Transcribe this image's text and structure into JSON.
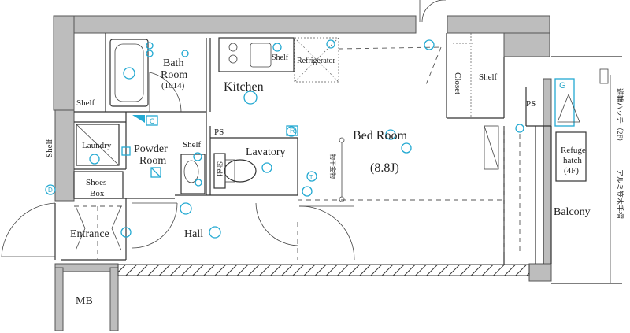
{
  "rooms": {
    "bath": {
      "line1": "Bath",
      "line2": "Room",
      "size": "(1014)"
    },
    "kitchen": "Kitchen",
    "refrigerator": "Refrigerator",
    "shelf_kitchen": "Shelf",
    "bedroom": {
      "name": "Bed Room",
      "size": "(8.8J)"
    },
    "closet": "Closet",
    "shelf_closet": "Shelf",
    "ps_right": "PS",
    "ps_center": "PS",
    "r_mark": "R",
    "shelf_left": "Shelf",
    "shelf_vertical": "Shelf",
    "laundry": "Laundry",
    "powder": {
      "line1": "Powder",
      "line2": "Room"
    },
    "shelf_powder": "Shelf",
    "lavatory": "Lavatory",
    "shelf_lavatory": "Shelf",
    "shoes_box": {
      "line1": "Shoes",
      "line2": "Box"
    },
    "entrance": "Entrance",
    "hall": "Hall",
    "mb": "MB",
    "balcony": "Balcony",
    "refuge": {
      "line1": "Refuge",
      "line2": "hatch",
      "line3": "(4F)"
    },
    "storage_note": "物干金物",
    "right_note1": "避難ハッチ（2F）",
    "right_note2": "アルミ笠木手摺",
    "c_mark": "C",
    "d_mark": "D",
    "g_mark": "G",
    "t_mark": "T"
  },
  "colors": {
    "wall": "#bdbdbd",
    "fixture": "#23a9d2",
    "line": "#333333"
  }
}
